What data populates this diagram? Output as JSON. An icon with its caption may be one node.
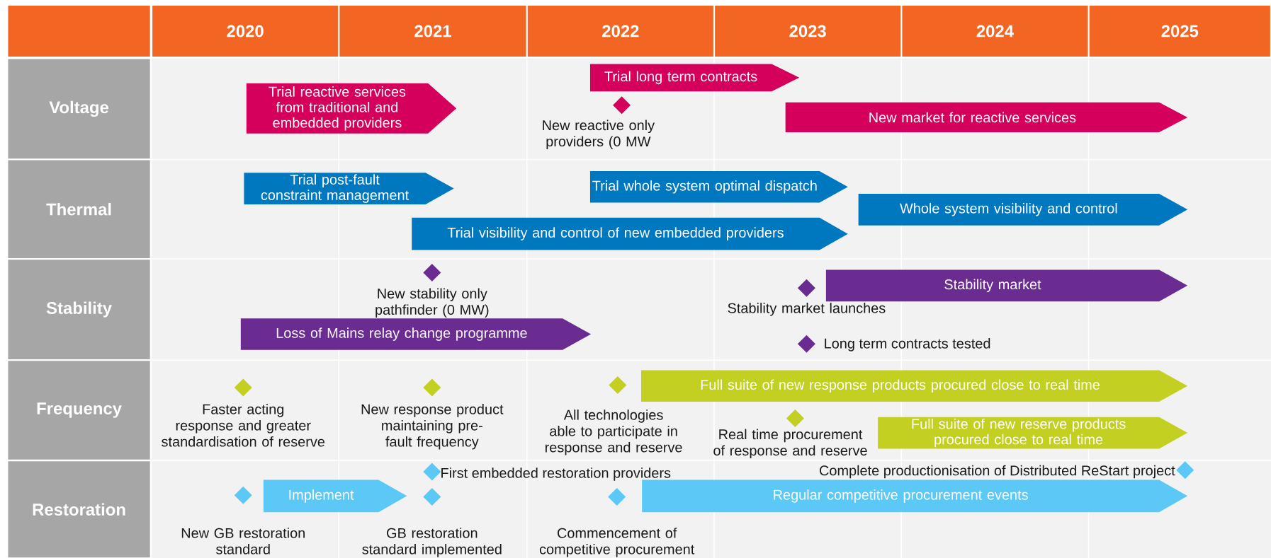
{
  "diagram": {
    "nodes": [
      {
        "text": [
          "2020"
        ]
      },
      {
        "text": [
          "2021"
        ]
      },
      {
        "text": [
          "2022"
        ]
      },
      {
        "text": [
          "2023"
        ]
      },
      {
        "text": [
          "2024"
        ]
      },
      {
        "text": [
          "2025"
        ]
      },
      {
        "text": [
          "Voltage"
        ]
      },
      {
        "text": [
          "Thermal"
        ]
      },
      {
        "text": [
          "Stability"
        ]
      },
      {
        "text": [
          "Frequency"
        ]
      },
      {
        "text": [
          "Restoration"
        ]
      },
      {
        "text": [
          "Trial long term contracts"
        ]
      },
      {
        "text": [
          "Trial reactive services from traditional and embedded providers"
        ]
      },
      {
        "text": [],
        "shape": "diamond",
        "beside": [
          "New reactive only providers (0 MW"
        ]
      },
      {
        "text": [
          "New market for reactive services"
        ]
      },
      {
        "text": [
          "Trial post-fault constraint management"
        ]
      },
      {
        "text": [
          "Trial whole system optimal dispatch"
        ]
      },
      {
        "text": [
          "Whole system visibility and control"
        ]
      },
      {
        "text": [
          "Trial visibility and control of new embedded providers"
        ]
      },
      {
        "text": [],
        "shape": "diamond",
        "beside": [
          "New stability only pathfinder (0 MW)"
        ]
      },
      {
        "text": [
          "Stability market"
        ]
      },
      {
        "text": [],
        "shape": "diamond",
        "beside": [
          "Stability market launches"
        ]
      },
      {
        "text": [
          "Loss of Mains relay change programme"
        ]
      },
      {
        "text": [],
        "shape": "diamond",
        "beside": [
          "Long term contracts tested"
        ]
      },
      {
        "text": [],
        "shape": "diamond",
        "beside": [
          "Faster acting response and greater standardisation of reserve"
        ]
      },
      {
        "text": [],
        "shape": "diamond",
        "beside": [
          "New response product maintaining pre-fault frequency"
        ]
      },
      {
        "text": [],
        "shape": "diamond"
      },
      {
        "text": [
          "Full suite of new response products procured close to real time"
        ]
      },
      {
        "text": [],
        "shape": "diamond",
        "beside": [
          "Real time procurement of response and reserve"
        ]
      },
      {
        "text": [
          "Full suite of new reserve products procured close to real time"
        ]
      },
      {
        "text": [],
        "shape": "diamond",
        "beside": [
          "First embedded restoration providers"
        ]
      },
      {
        "text": [],
        "shape": "diamond",
        "beside": [
          "Complete productionisation of Distributed ReStart project"
        ]
      },
      {
        "text": [],
        "shape": "diamond",
        "beside": [
          "New GB restoration standard"
        ]
      },
      {
        "text": [
          "Implement"
        ]
      },
      {
        "text": [],
        "shape": "diamond",
        "beside": [
          "GB restoration standard implemented"
        ]
      },
      {
        "text": [],
        "shape": "diamond",
        "beside": [
          "Commencement of competitive procurement"
        ]
      },
      {
        "text": [
          "Regular competitive procurement events"
        ]
      }
    ],
    "labels": [
      "All technologies able to participate in response and reserve"
    ]
  }
}
